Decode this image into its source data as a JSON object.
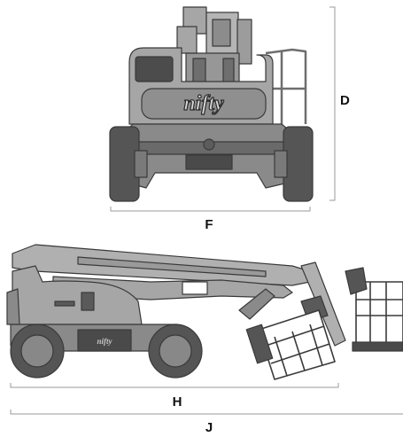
{
  "diagram": {
    "brand_text": "nifty",
    "dimension_labels": {
      "d": "D",
      "f": "F",
      "h": "H",
      "j": "J"
    }
  },
  "colors": {
    "body": "#a6a6a6",
    "body_dark": "#6e6e6e",
    "outline": "#3a3a3a",
    "tyre": "#555555",
    "dim_line": "#9a9a9a",
    "label": "#111111"
  }
}
